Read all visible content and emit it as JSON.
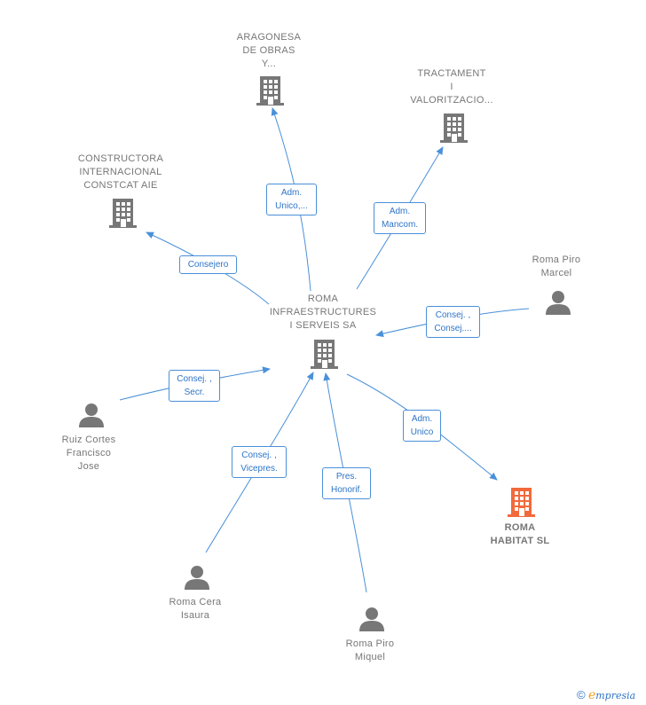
{
  "nodes": {
    "center": {
      "label": "ROMA\nINFRAESTRUCTURES\nI SERVEIS SA",
      "kind": "company"
    },
    "aragonesa": {
      "label": "ARAGONESA\nDE OBRAS\nY...",
      "kind": "company"
    },
    "tractament": {
      "label": "TRACTAMENT\nI\nVALORITZACIO...",
      "kind": "company"
    },
    "constructora": {
      "label": "CONSTRUCTORA\nINTERNACIONAL\nCONSTCAT AIE",
      "kind": "company"
    },
    "habitat": {
      "label": "ROMA\nHABITAT  SL",
      "kind": "company-highlight"
    },
    "marcel": {
      "label": "Roma Piro\nMarcel",
      "kind": "person"
    },
    "ruiz": {
      "label": "Ruiz Cortes\nFrancisco\nJose",
      "kind": "person"
    },
    "isaura": {
      "label": "Roma Cera\nIsaura",
      "kind": "person"
    },
    "miquel": {
      "label": "Roma Piro\nMiquel",
      "kind": "person"
    }
  },
  "relations": {
    "aragonesa": "Adm.\nUnico,...",
    "tractament": "Adm.\nMancom.",
    "constructora": "Consejero",
    "marcel": "Consej. ,\nConsej....",
    "ruiz": "Consej. ,\nSecr.",
    "habitat": "Adm.\nUnico",
    "isaura": "Consej. ,\nVicepres.",
    "miquel": "Pres.\nHonorif."
  },
  "colors": {
    "edge": "#4a90d9",
    "icon": "#777777",
    "highlight": "#f26a3b"
  },
  "brand": {
    "copyright": "©",
    "e": "e",
    "rest": "mpresia"
  }
}
